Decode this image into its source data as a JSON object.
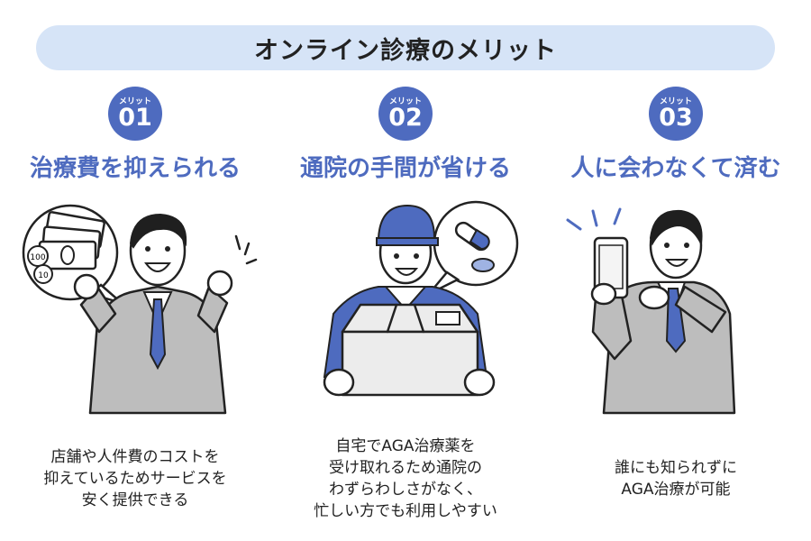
{
  "banner": {
    "title": "オンライン診療のメリット"
  },
  "merits": [
    {
      "badge_label": "メリット",
      "badge_number": "01",
      "heading": "治療費を抑えられる",
      "money_labels": [
        "100",
        "10"
      ],
      "description": [
        "店舗や人件費のコストを",
        "抑えているためサービスを",
        "安く提供できる"
      ]
    },
    {
      "badge_label": "メリット",
      "badge_number": "02",
      "heading": "通院の手間が省ける",
      "description": [
        "自宅でAGA治療薬を",
        "受け取れるため通院の",
        "わずらわしさがなく、",
        "忙しい方でも利用しやすい"
      ]
    },
    {
      "badge_label": "メリット",
      "badge_number": "03",
      "heading": "人に会わなくて済む",
      "description": [
        "誰にも知られずに",
        "AGA治療が可能"
      ]
    }
  ],
  "colors": {
    "accent": "#4e6bbf",
    "banner_bg": "#d6e4f7",
    "suit": "#bdbdbd"
  },
  "icons": [
    "money-icon",
    "coin-icon",
    "pill-icon",
    "smartphone-icon"
  ]
}
